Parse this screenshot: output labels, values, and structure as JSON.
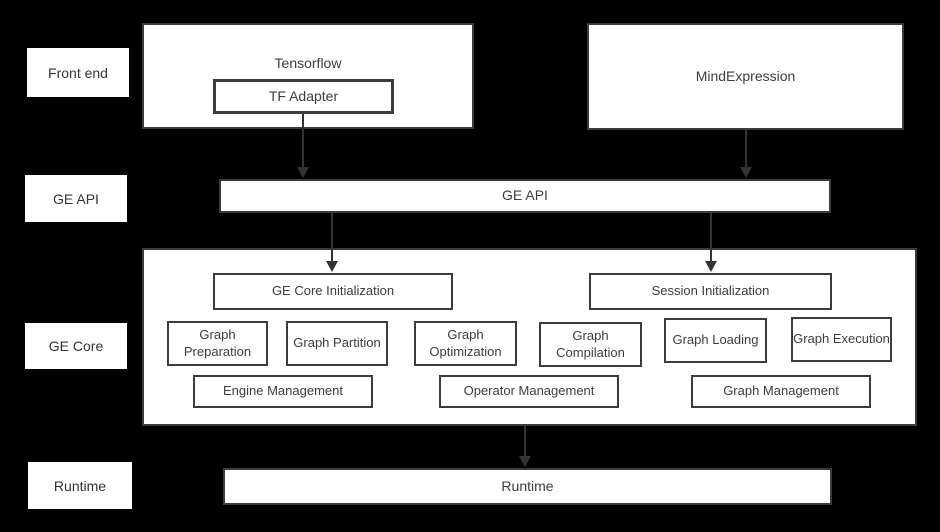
{
  "diagram": {
    "row_labels": {
      "front_end": "Front end",
      "ge_api": "GE API",
      "ge_core": "GE Core",
      "runtime": "Runtime"
    },
    "front_end": {
      "tensorflow": "Tensorflow",
      "tf_adapter": "TF Adapter",
      "mindexpression": "MindExpression"
    },
    "ge_api": {
      "label": "GE API"
    },
    "ge_core": {
      "init": "GE Core Initialization",
      "session_init": "Session Initialization",
      "modules": [
        "Graph Preparation",
        "Graph Partition",
        "Graph Optimization",
        "Graph Compilation",
        "Graph Loading",
        "Graph Execution"
      ],
      "managers": [
        "Engine Management",
        "Operator Management",
        "Graph Management"
      ]
    },
    "runtime": {
      "label": "Runtime"
    },
    "colors": {
      "background": "#000000",
      "box_fill": "#ffffff",
      "box_border": "#3b3c40",
      "text": "#3d3d3d",
      "arrow": "#333333"
    }
  }
}
